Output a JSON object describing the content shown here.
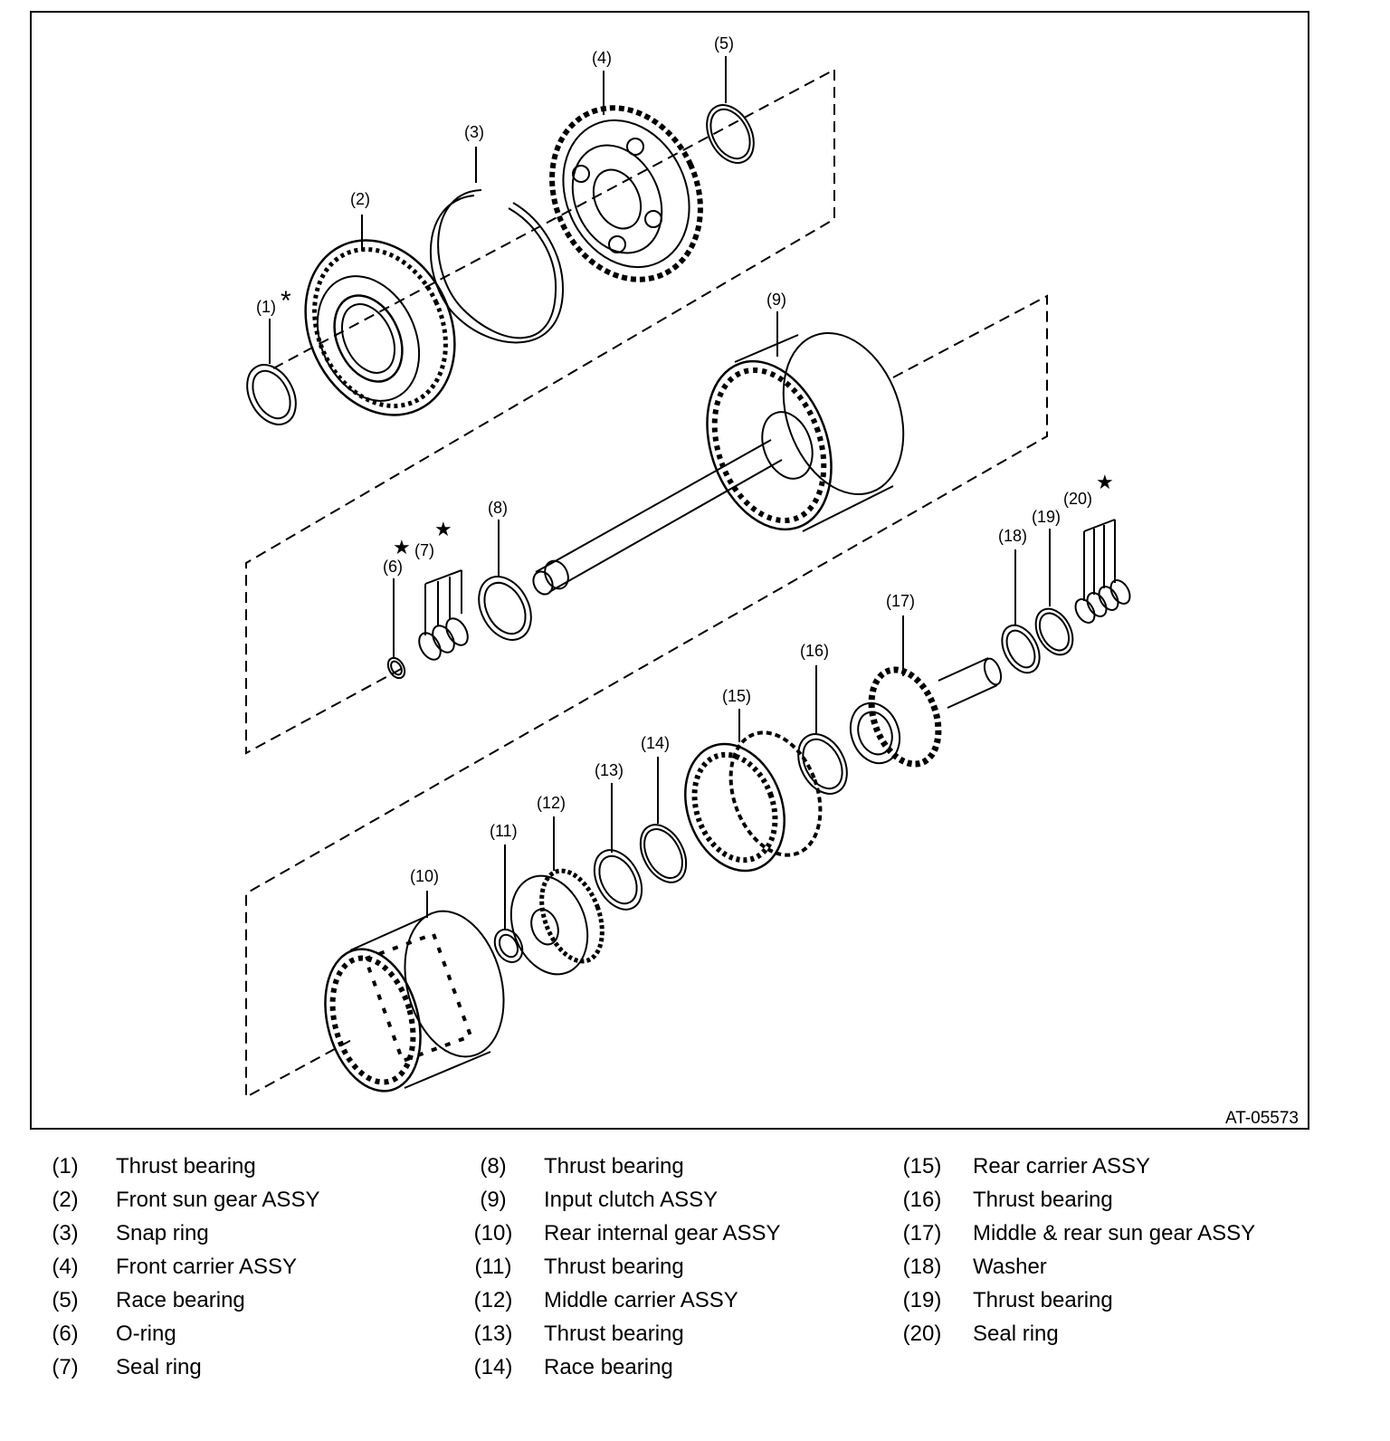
{
  "figure_id": "AT-05573",
  "marks": {
    "asterisk": "*",
    "star": "★"
  },
  "callouts": [
    "(1)",
    "(2)",
    "(3)",
    "(4)",
    "(5)",
    "(6)",
    "(7)",
    "(8)",
    "(9)",
    "(10)",
    "(11)",
    "(12)",
    "(13)",
    "(14)",
    "(15)",
    "(16)",
    "(17)",
    "(18)",
    "(19)",
    "(20)"
  ],
  "legend": [
    {
      "num": "(1)",
      "name": "Thrust bearing"
    },
    {
      "num": "(2)",
      "name": "Front sun gear ASSY"
    },
    {
      "num": "(3)",
      "name": "Snap ring"
    },
    {
      "num": "(4)",
      "name": "Front carrier ASSY"
    },
    {
      "num": "(5)",
      "name": "Race bearing"
    },
    {
      "num": "(6)",
      "name": "O-ring"
    },
    {
      "num": "(7)",
      "name": "Seal ring"
    },
    {
      "num": "(8)",
      "name": "Thrust bearing"
    },
    {
      "num": "(9)",
      "name": "Input clutch ASSY"
    },
    {
      "num": "(10)",
      "name": "Rear internal gear ASSY"
    },
    {
      "num": "(11)",
      "name": "Thrust bearing"
    },
    {
      "num": "(12)",
      "name": "Middle carrier ASSY"
    },
    {
      "num": "(13)",
      "name": "Thrust bearing"
    },
    {
      "num": "(14)",
      "name": "Race bearing"
    },
    {
      "num": "(15)",
      "name": "Rear carrier ASSY"
    },
    {
      "num": "(16)",
      "name": "Thrust bearing"
    },
    {
      "num": "(17)",
      "name": "Middle & rear sun gear ASSY"
    },
    {
      "num": "(18)",
      "name": "Washer"
    },
    {
      "num": "(19)",
      "name": "Thrust bearing"
    },
    {
      "num": "(20)",
      "name": "Seal ring"
    }
  ]
}
